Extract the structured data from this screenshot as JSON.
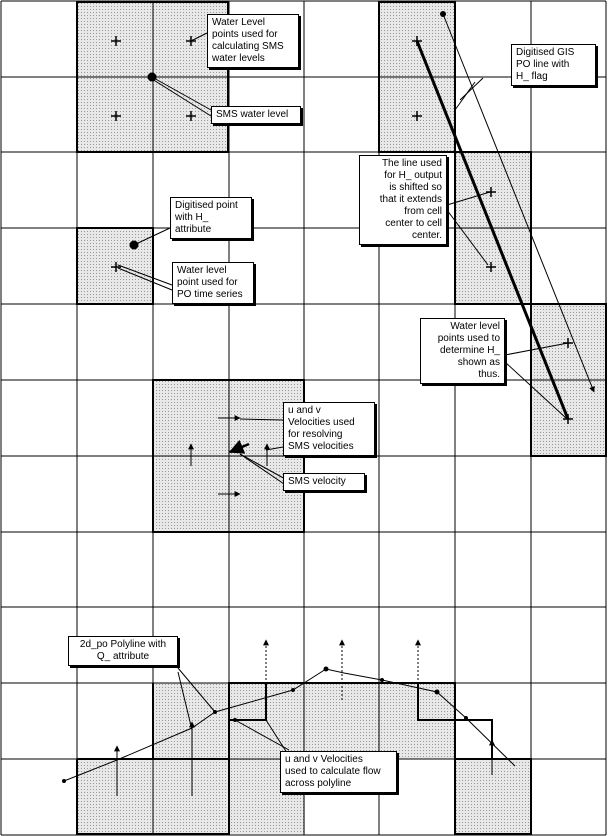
{
  "labels": {
    "wl_points_sms": "Water Level\npoints used for\ncalculating SMS\nwater levels",
    "sms_water_level": "SMS water level",
    "digitised_gis": "Digitised GIS\nPO line with\nH_ flag",
    "line_shifted": "The line used\nfor H_ output\nis shifted so\nthat it extends\nfrom cell\ncenter to cell\ncenter.",
    "digitised_point": "Digitised point\nwith H_\nattribute",
    "wl_point_po": "Water level\npoint used for\nPO time series",
    "wl_points_h": "Water level\npoints used to\ndetermine H_\nshown as\nthus.",
    "uv_sms": "u and v\nVelocities used\nfor resolving\nSMS velocities",
    "sms_velocity": "SMS velocity",
    "polyline": "2d_po Polyline with\nQ_ attribute",
    "uv_flow": "u and v Velocities\nused to calculate flow\nacross polyline"
  },
  "colors": {
    "cell_fill": "#d4d4d4",
    "grid": "#000000",
    "background": "#ffffff"
  }
}
